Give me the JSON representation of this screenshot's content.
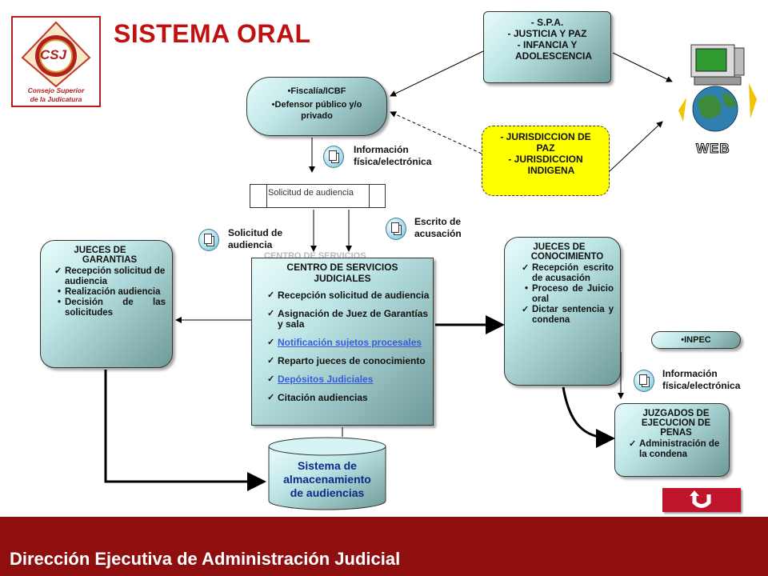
{
  "title": "SISTEMA ORAL",
  "logo": {
    "letters": "CSJ",
    "line1": "Consejo Superior",
    "line2": "de la Judicatura"
  },
  "web_label": "WEB",
  "spa": [
    "- S.P.A.",
    "- JUSTICIA Y PAZ",
    "- INFANCIA Y",
    "ADOLESCENCIA"
  ],
  "jurisdiccion": [
    "- JURISDICCION DE",
    "PAZ",
    "- JURISDICCION",
    "INDIGENA"
  ],
  "fiscalia": [
    "Fiscalía/ICBF",
    "Defensor público y/o privado"
  ],
  "info_top": [
    "Información",
    "física/electrónica"
  ],
  "solicitud_bar": "Solicitud de audiencia",
  "solicitud_label": [
    "Solicitud de",
    "audiencia"
  ],
  "escrito_label": [
    "Escrito de",
    "acusación"
  ],
  "garantias": {
    "title": [
      "JUECES DE",
      "GARANTIAS"
    ],
    "items": [
      "Recepción solicitud de audiencia",
      "Realización audiencia",
      "Decisión de las solicitudes"
    ]
  },
  "centro": {
    "ghost": "CENTRO DE SERVICIOS",
    "title": [
      "CENTRO DE SERVICIOS",
      "JUDICIALES"
    ],
    "items": [
      "Recepción solicitud de audiencia",
      "Asignación de Juez de Garantías y sala",
      "Notificación sujetos procesales",
      "Reparto jueces de conocimiento",
      "Depósitos Judiciales",
      "Citación audiencias"
    ],
    "link_color": "#3a5bd8"
  },
  "conocimiento": {
    "title": [
      "JUECES DE",
      "CONOCIMIENTO"
    ],
    "items": [
      "Recepción escrito de acusación",
      "Proceso de Juicio oral",
      "Dictar sentencia y condena"
    ]
  },
  "inpec": "INPEC",
  "info_bottom": [
    "Información",
    "física/electrónica"
  ],
  "ejecucion": {
    "title": [
      "JUZGADOS DE",
      "EJECUCION DE",
      "PENAS"
    ],
    "items": [
      "Administración de la condena"
    ]
  },
  "almacenamiento": [
    "Sistema de",
    "almacenamiento",
    "de audiencias"
  ],
  "footer": "Dirección Ejecutiva de Administración Judicial",
  "colors": {
    "title": "#c01010",
    "footer": "#8f0e0e",
    "jurisdiccion_fill": "#ffff00",
    "teal_dark": "#6f9a9a"
  }
}
